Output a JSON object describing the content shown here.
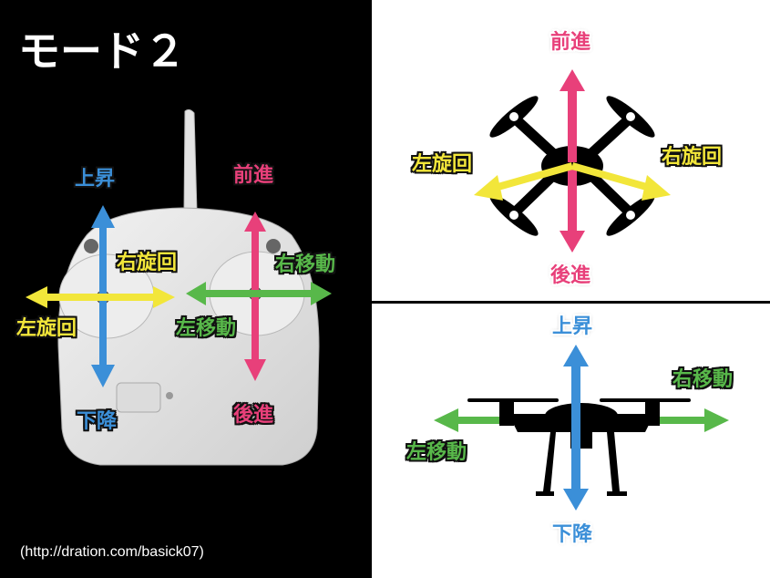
{
  "left_panel": {
    "title": "モード２",
    "source": "(http://dration.com/basick07)",
    "labels": {
      "up": "上昇",
      "down": "下降",
      "yaw_right": "右旋回",
      "yaw_left": "左旋回",
      "forward": "前進",
      "backward": "後進",
      "move_right": "右移動",
      "move_left": "左移動"
    }
  },
  "top_right": {
    "labels": {
      "forward": "前進",
      "backward": "後進",
      "yaw_left": "左旋回",
      "yaw_right": "右旋回"
    }
  },
  "bottom_right": {
    "labels": {
      "up": "上昇",
      "down": "下降",
      "move_left": "左移動",
      "move_right": "右移動"
    }
  },
  "colors": {
    "up_down": "#3b8fd8",
    "yaw": "#f2e63a",
    "forward_back": "#e8407a",
    "lateral": "#58b84a"
  }
}
